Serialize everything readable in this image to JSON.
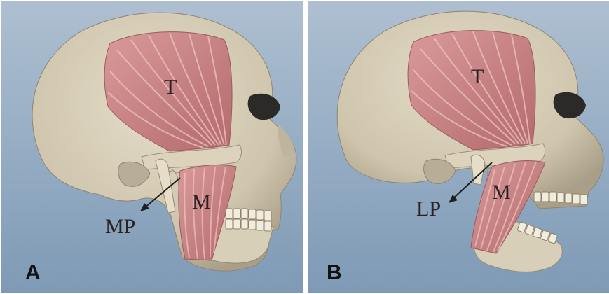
{
  "panels": [
    {
      "letter": "A",
      "labels": {
        "temporalis": "T",
        "masseter": "M",
        "pterygoid": "MP"
      }
    },
    {
      "letter": "B",
      "labels": {
        "temporalis": "T",
        "masseter": "M",
        "pterygoid": "LP"
      }
    }
  ],
  "colors": {
    "background_top": "#aebfd0",
    "background_bottom": "#7f9ab6",
    "bone": "#d6cdb8",
    "muscle": "#c98788",
    "muscle_fiber": "#e9b7b6"
  }
}
